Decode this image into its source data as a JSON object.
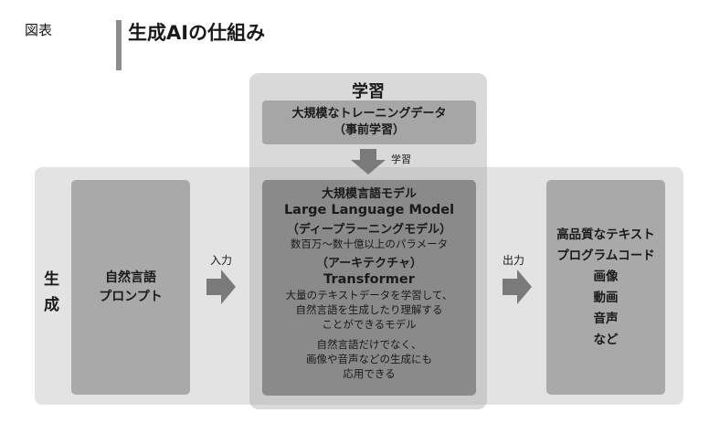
{
  "header": {
    "label": "図表",
    "title": "生成AIの仕組み"
  },
  "learning": {
    "title": "学習",
    "training_box": [
      "大規模なトレーニングデータ",
      "（事前学習）"
    ],
    "arrow_label": "学習"
  },
  "generation": {
    "label": [
      "生",
      "成"
    ],
    "input_box": [
      "自然言語",
      "プロンプト"
    ],
    "input_arrow_label": "入力",
    "output_arrow_label": "出力",
    "output_box": [
      "高品質なテキスト",
      "プログラムコード",
      "画像",
      "動画",
      "音声",
      "など"
    ]
  },
  "llm": {
    "title_ja": "大規模言語モデル",
    "title_en": "Large Language Model",
    "sub_title": "（ディープラーニングモデル）",
    "sub_desc": "数百万～数十億以上のパラメータ",
    "arch_title": "（アーキテクチャ）",
    "arch_name": "Transformer",
    "desc": [
      "大量のテキストデータを学習して、",
      "自然言語を生成したり理解する",
      "ことができるモデル"
    ],
    "note": [
      "自然言語だけでなく、",
      "画像や音声などの生成にも",
      "応用できる"
    ]
  },
  "colors": {
    "band": "#e3e3e3",
    "column": "#aaaaaa",
    "box": "#a9a9a9",
    "llm_box": "#8a8a8a",
    "arrow": "#7a7a7a",
    "title_bar": "#8c8c8c"
  }
}
